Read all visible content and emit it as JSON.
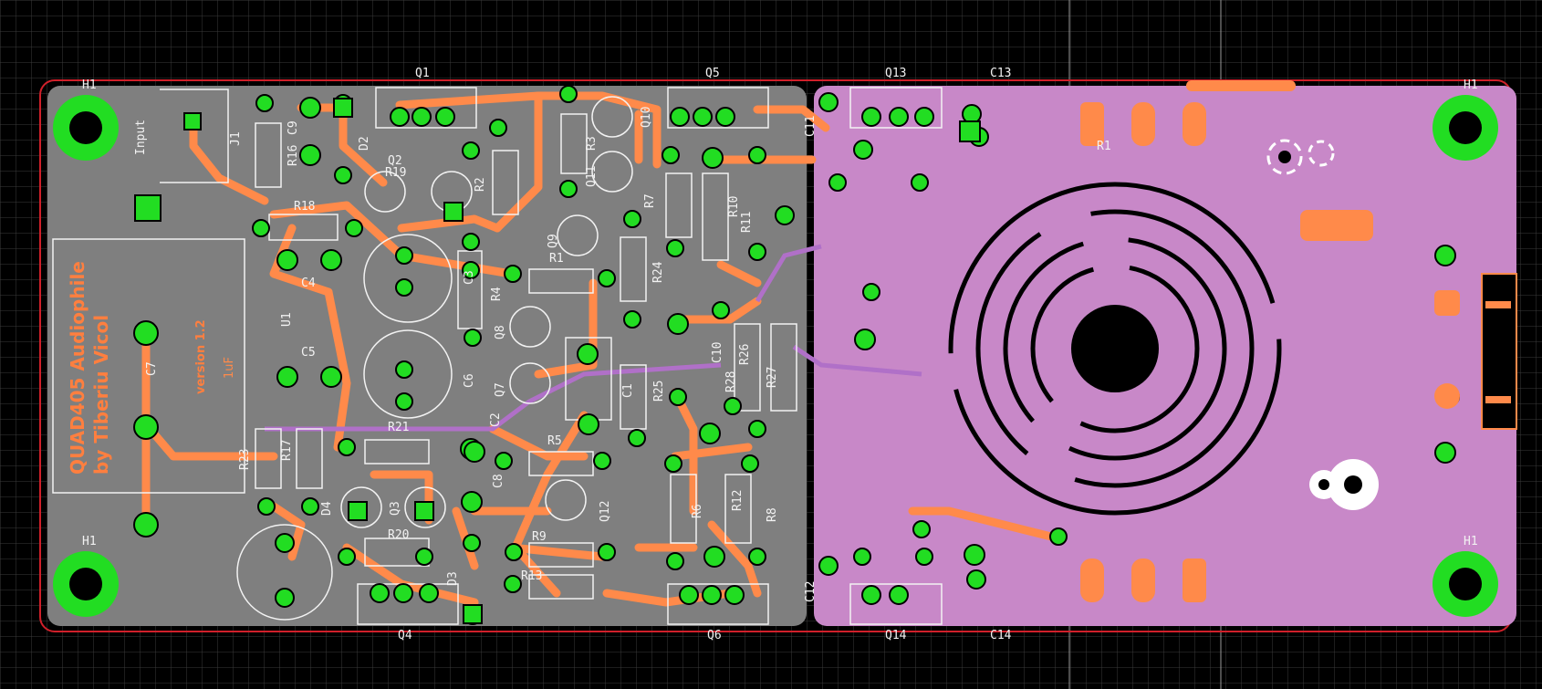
{
  "board": {
    "title_line1": "QUAD405 Audiophile",
    "title_line2": "by Tiberiu Vicol",
    "version": "version 1.2",
    "c7_value": "1uF",
    "input_label": "Input"
  },
  "colors": {
    "background": "#000000",
    "grid": "#3c3c3c",
    "edge_cuts": "#d0202a",
    "fill_left": "#808080",
    "fill_right": "#c888c8",
    "copper_track": "#ff8a4a",
    "via_pad": "#22dd22",
    "silkscreen": "#f2f2f2"
  },
  "references": {
    "h1_tl": "H1",
    "h1_bl": "H1",
    "h1_tr": "H1",
    "j1": "J1",
    "r16": "R16",
    "c9": "C9",
    "d2": "D2",
    "q1": "Q1",
    "q2": "Q2",
    "r19": "R19",
    "r2": "R2",
    "q3_top": "Q1",
    "r18": "R18",
    "c4": "C4",
    "u1": "U1",
    "c5": "C5",
    "c7": "C7",
    "c3": "C3",
    "r4": "R4",
    "c6": "C6",
    "r21": "R21",
    "r23": "R23",
    "r17": "R17",
    "d4": "D4",
    "q3": "Q3",
    "r20": "R20",
    "d3": "D3",
    "c8": "C8",
    "c2": "C2",
    "q4": "Q4",
    "q5": "Q5",
    "r3": "R3",
    "q10": "Q10",
    "q11": "Q11",
    "r7": "R7",
    "q9": "Q9",
    "r1": "R1",
    "r24": "R24",
    "q8": "Q8",
    "q7": "Q7",
    "c1": "C1",
    "r25": "R25",
    "r5": "R5",
    "q12": "Q12",
    "r9": "R9",
    "r13": "R13",
    "r6": "R6",
    "r12": "R12",
    "r8": "R8",
    "q6": "Q6",
    "r10": "R10",
    "r11": "R11",
    "r26": "R26",
    "r28": "R28",
    "r27": "R27",
    "c10": "C10",
    "q13": "Q13",
    "c13": "C13",
    "c11": "C11",
    "r14": "R1",
    "c12": "C12",
    "q14": "Q14",
    "c14": "C14",
    "h1_br": "H1"
  }
}
